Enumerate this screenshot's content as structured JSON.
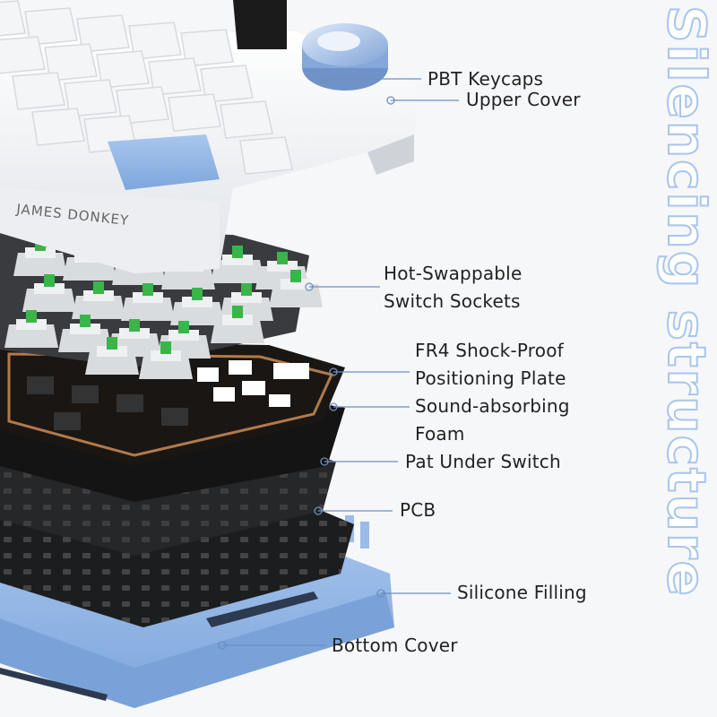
{
  "side_title": "Silencing structure",
  "brand": "JAMES DONKEY",
  "colors": {
    "accent_blue": "#8db4e6",
    "leader_line": "#6e8fbf",
    "switch_green": "#39b54a",
    "plate_copper": "#b07a4a"
  },
  "labels": [
    {
      "id": "pbt-keycaps",
      "lines": [
        "PBT Keycaps"
      ]
    },
    {
      "id": "upper-cover",
      "lines": [
        "Upper Cover"
      ]
    },
    {
      "id": "hot-swappable-switch-sockets",
      "lines": [
        "Hot-Swappable",
        "Switch Sockets"
      ]
    },
    {
      "id": "fr4-shock-proof-positioning-plate",
      "lines": [
        "FR4 Shock-Proof",
        "Positioning Plate"
      ]
    },
    {
      "id": "sound-absorbing-foam",
      "lines": [
        "Sound-absorbing",
        "Foam"
      ]
    },
    {
      "id": "pat-under-switch",
      "lines": [
        "Pat Under Switch"
      ]
    },
    {
      "id": "pcb",
      "lines": [
        "PCB"
      ]
    },
    {
      "id": "silicone-filling",
      "lines": [
        "Silicone Filling"
      ]
    },
    {
      "id": "bottom-cover",
      "lines": [
        "Bottom Cover"
      ]
    }
  ]
}
